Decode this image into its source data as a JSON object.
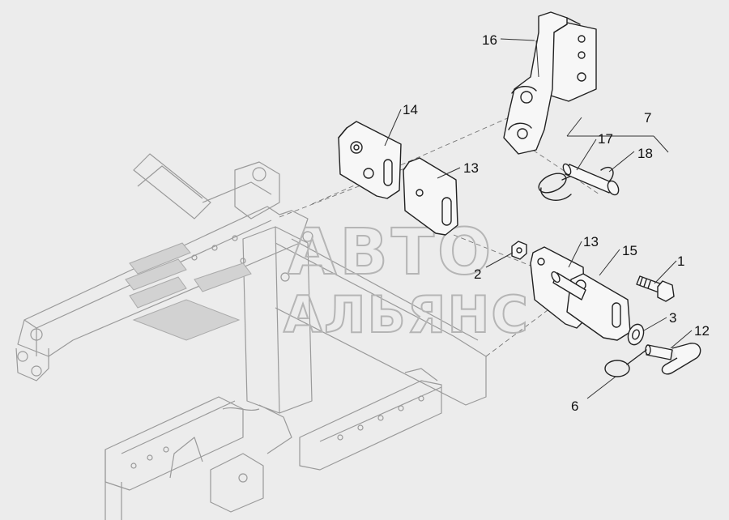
{
  "watermark": {
    "line1": "АВТО",
    "line2": "АЛЬЯНС"
  },
  "callouts": [
    {
      "id": "c16",
      "text": "16"
    },
    {
      "id": "c14",
      "text": "14"
    },
    {
      "id": "c13a",
      "text": "13"
    },
    {
      "id": "c7",
      "text": "7"
    },
    {
      "id": "c17",
      "text": "17"
    },
    {
      "id": "c18",
      "text": "18"
    },
    {
      "id": "c13b",
      "text": "13"
    },
    {
      "id": "c15",
      "text": "15"
    },
    {
      "id": "c1",
      "text": "1"
    },
    {
      "id": "c2",
      "text": "2"
    },
    {
      "id": "c3",
      "text": "3"
    },
    {
      "id": "c12",
      "text": "12"
    },
    {
      "id": "c6",
      "text": "6"
    }
  ]
}
